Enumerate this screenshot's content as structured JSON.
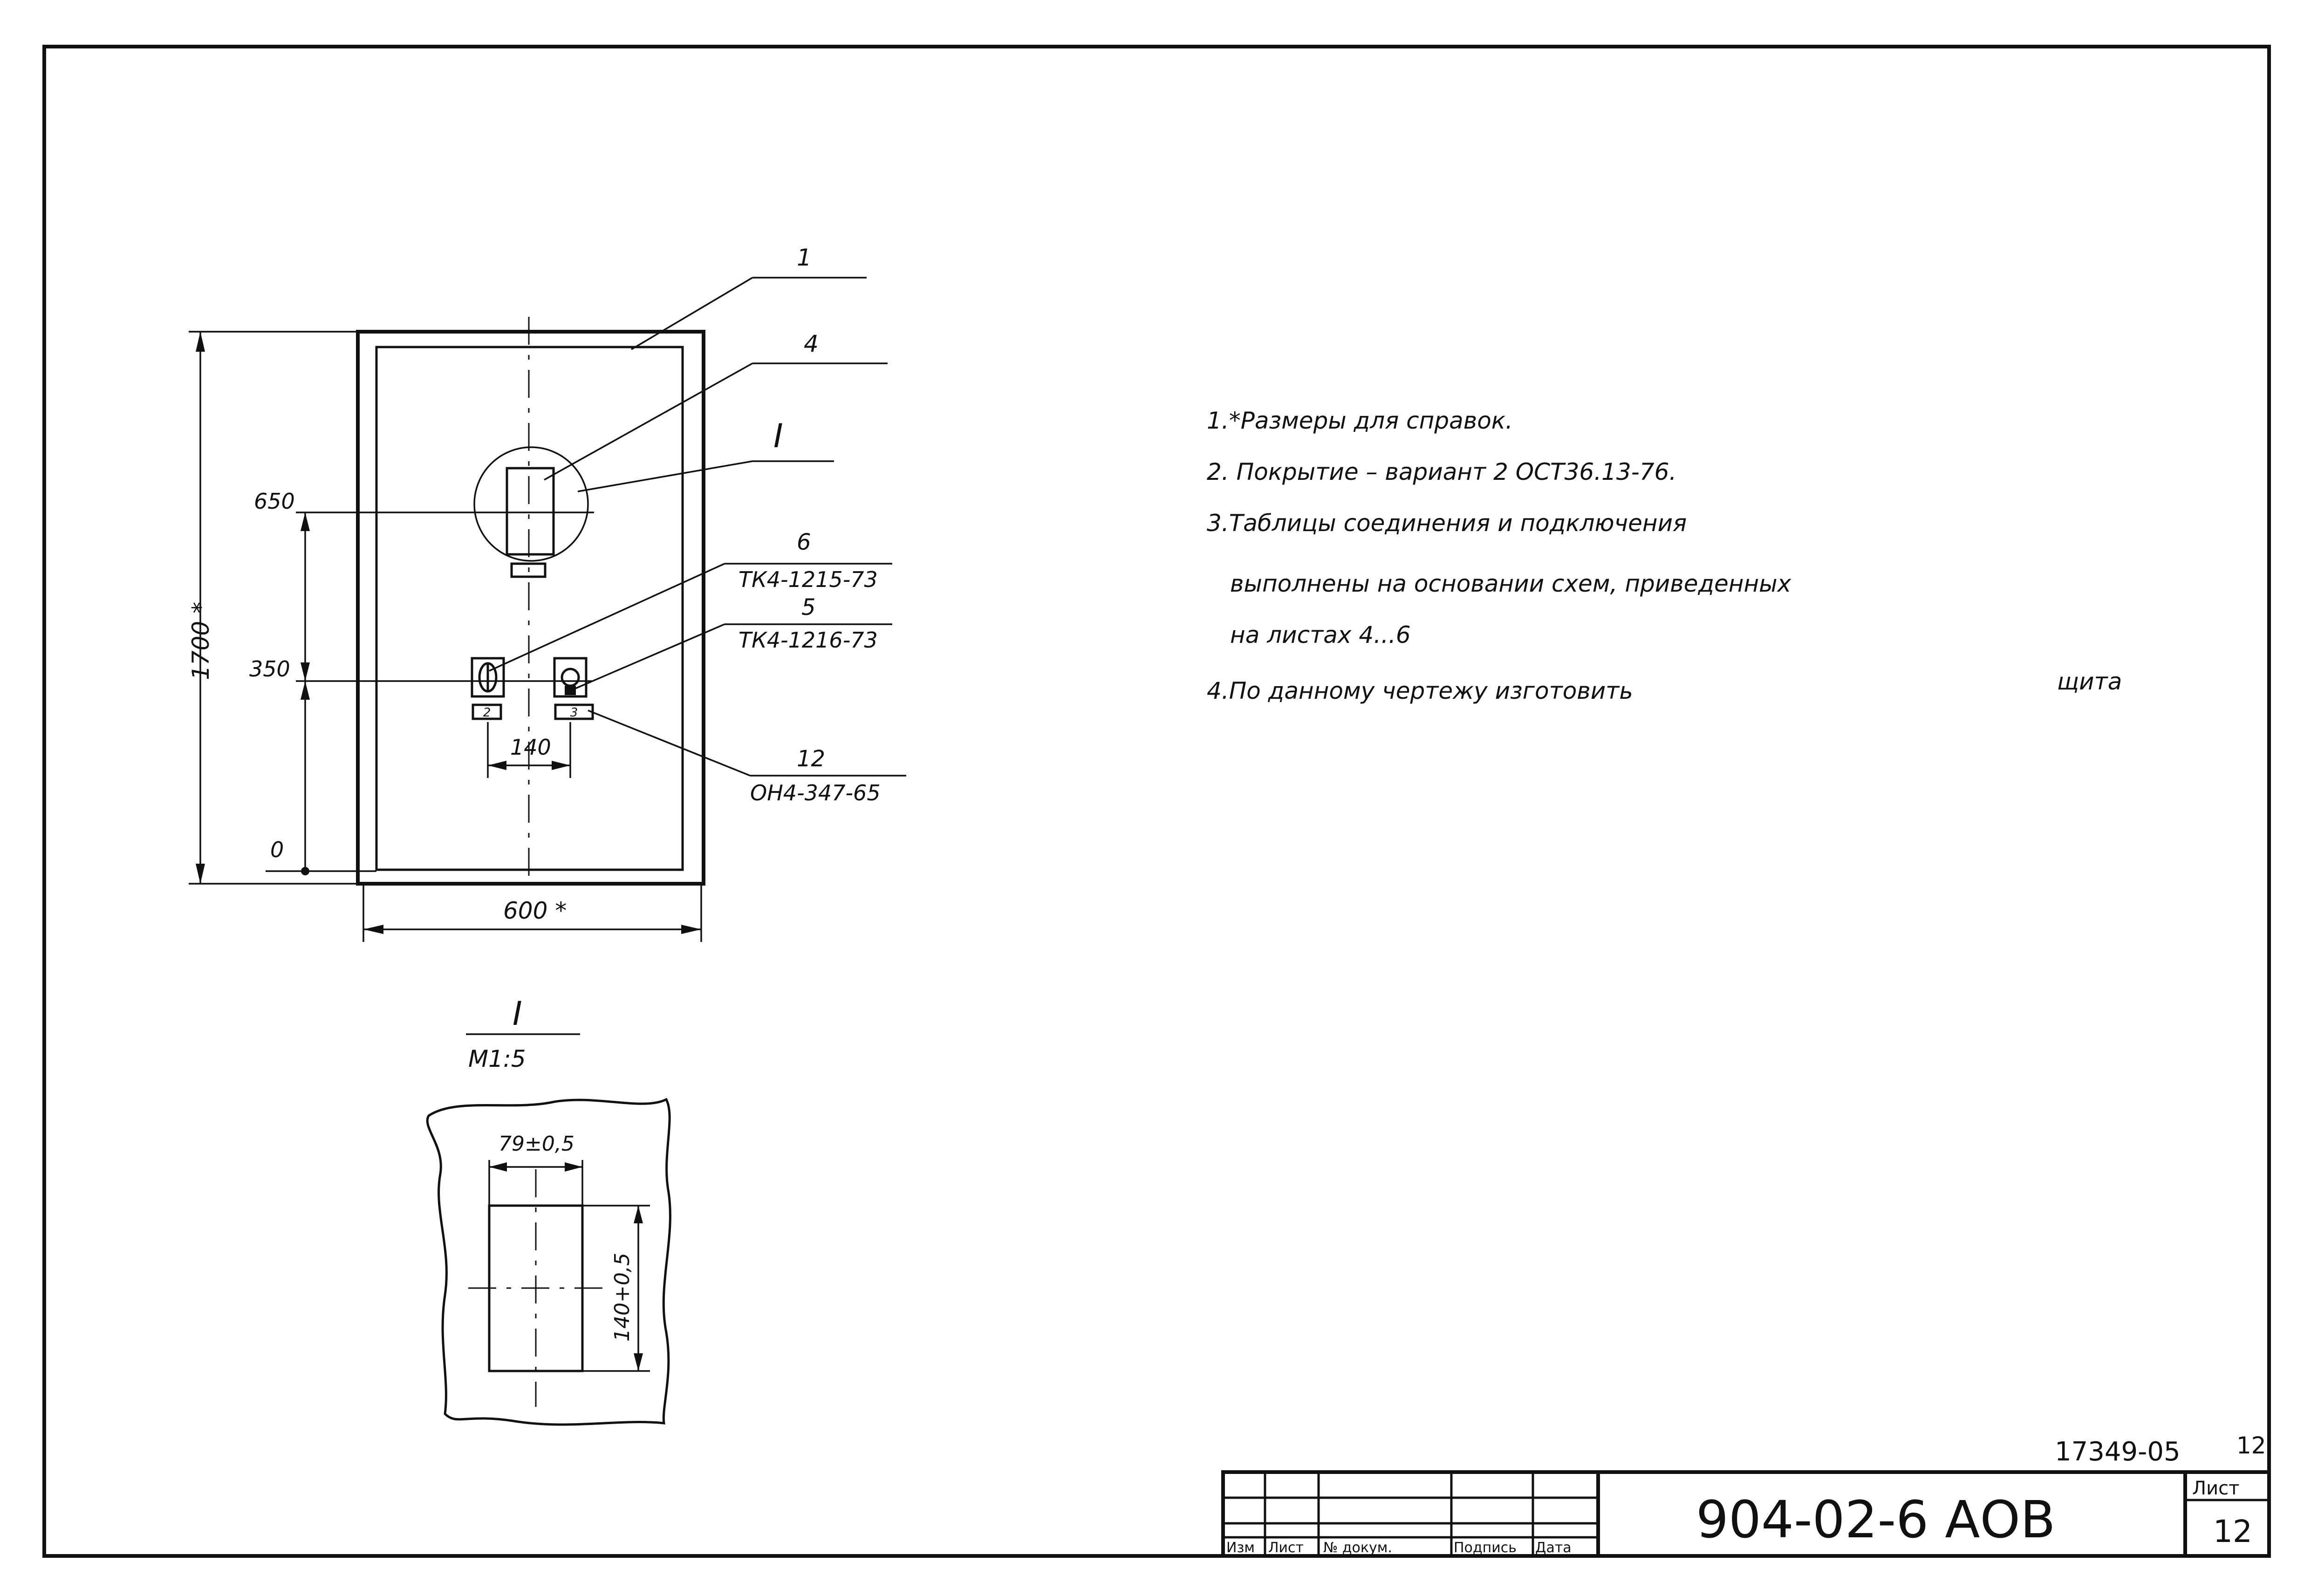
{
  "drawing": {
    "callouts": {
      "c1": "1",
      "c4": "4",
      "cI": "I",
      "c6": "6",
      "c6_code": "ТК4-1215-73",
      "c5": "5",
      "c5_code": "ТК4-1216-73",
      "c12": "12",
      "c12_code": "ОН4-347-65"
    },
    "panel_labels": {
      "label2": "2",
      "label3": "3"
    },
    "dimensions": {
      "height": "1700 *",
      "width": "600 *",
      "level_650": "650",
      "level_350": "350",
      "level_0": "0",
      "spacing": "140"
    },
    "detail": {
      "title": "I",
      "scale": "М1:5",
      "width": "79±0,5",
      "height": "140+0,5"
    }
  },
  "notes": [
    "1.*Размеры для справок.",
    "2. Покрытие – вариант 2  ОСТ36.13-76.",
    "3.Таблицы  соединения  и  подключения",
    "выполнены  на  основании схем, приведенных",
    "на  листах  4...6",
    "4.По данному чертежу изготовить"
  ],
  "note_tail": "щита",
  "title_block": {
    "archive_number": "17349-05",
    "corner_mark": "12",
    "doc_code": "904-02-6  АОВ",
    "sheet_label": "Лист",
    "sheet_number": "12",
    "headers": [
      "Изм",
      "Лист",
      "№ докум.",
      "Подпись",
      "Дата"
    ]
  }
}
